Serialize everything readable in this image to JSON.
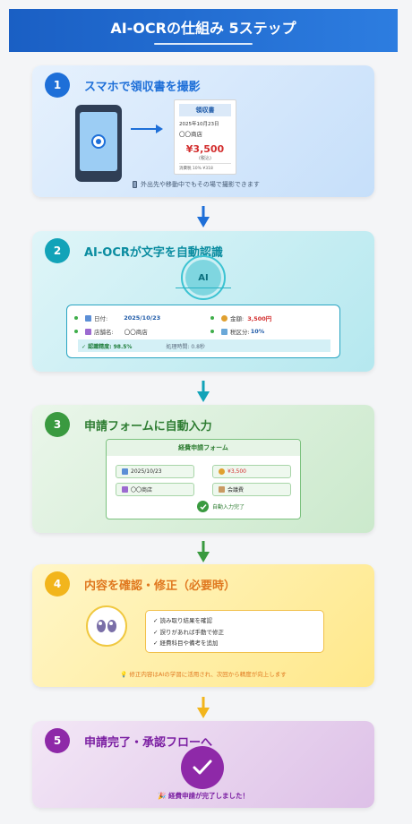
{
  "header": {
    "title": "AI-OCRの仕組み 5ステップ"
  },
  "colors": {
    "step1": "#1e6fd8",
    "step2": "#12a3b8",
    "step3": "#3a9a40",
    "step4": "#f2b51c",
    "step5": "#8e29a8"
  },
  "steps": [
    {
      "num": "1",
      "title": "スマホで領収書を撮影",
      "receipt": {
        "title": "領収書",
        "date": "2025年10月23日",
        "shop": "〇〇商店",
        "amount": "¥3,500",
        "tax_note": "(税込)",
        "footer": "消費税 10% ¥318"
      },
      "note": "外出先や移動中でもその場で撮影できます",
      "icons": [
        "smartphone-icon",
        "camera-icon",
        "arrow-right-icon",
        "receipt-icon"
      ]
    },
    {
      "num": "2",
      "title": "AI-OCRが文字を自動認識",
      "ai_label": "AI",
      "fields": [
        {
          "label": "日付:",
          "value": "2025/10/23"
        },
        {
          "label": "金額:",
          "value": "3,500円"
        },
        {
          "label": "店舗名:",
          "value": "〇〇商店"
        },
        {
          "label": "税区分:",
          "value": "10%"
        }
      ],
      "accuracy": "✓ 認識精度: 98.5%",
      "processing": "処理時間: 0.8秒"
    },
    {
      "num": "3",
      "title": "申請フォームに自動入力",
      "form_title": "経費申請フォーム",
      "fields": [
        "2025/10/23",
        "¥3,500",
        "〇〇商店",
        "会議費"
      ],
      "done_label": "自動入力完了"
    },
    {
      "num": "4",
      "title": "内容を確認・修正（必要時）",
      "checklist": [
        "✓ 読み取り結果を確認",
        "✓ 誤りがあれば手動で修正",
        "✓ 経費科目や備考を追加"
      ],
      "note": "💡 修正内容はAIの学習に活用され、次回から精度が向上します"
    },
    {
      "num": "5",
      "title": "申請完了・承認フローへ",
      "note": "🎉 経費申請が完了しました！"
    }
  ]
}
